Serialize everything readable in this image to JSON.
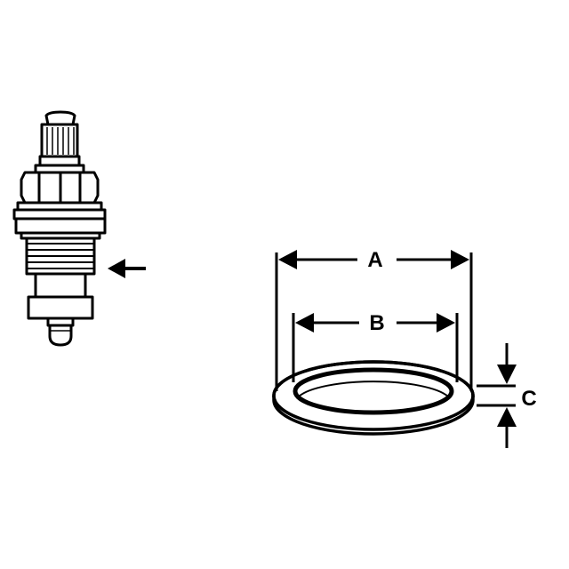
{
  "diagram": {
    "labels": {
      "outer_diameter": "A",
      "inner_diameter": "B",
      "thickness": "C"
    },
    "stroke_color": "#000000",
    "background_color": "#ffffff"
  }
}
